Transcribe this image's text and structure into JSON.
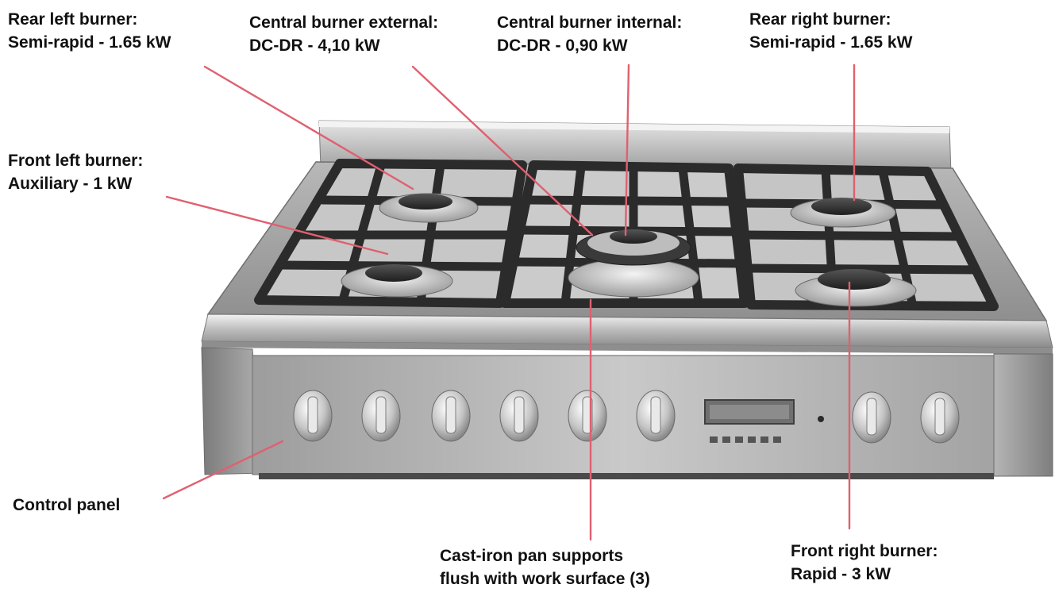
{
  "labels": {
    "rear_left": {
      "line1": "Rear left burner:",
      "line2": "Semi-rapid - 1.65 kW"
    },
    "central_external": {
      "line1": "Central burner external:",
      "line2": "DC-DR - 4,10 kW"
    },
    "central_internal": {
      "line1": "Central burner internal:",
      "line2": "DC-DR - 0,90 kW"
    },
    "rear_right": {
      "line1": "Rear right burner:",
      "line2": "Semi-rapid - 1.65 kW"
    },
    "front_left": {
      "line1": "Front left burner:",
      "line2": "Auxiliary - 1 kW"
    },
    "control_panel": {
      "line1": "Control panel"
    },
    "pan_supports": {
      "line1": "Cast-iron pan supports",
      "line2": "flush with work surface (3)"
    },
    "front_right": {
      "line1": "Front right burner:",
      "line2": "Rapid - 3 kW"
    }
  },
  "colors": {
    "leader_line": "#e06070",
    "steel_light": "#d9d9d9",
    "steel_mid": "#a9a9a9",
    "steel_dark": "#6d6d6d",
    "cast_iron": "#2b2b2b",
    "text": "#111111"
  }
}
